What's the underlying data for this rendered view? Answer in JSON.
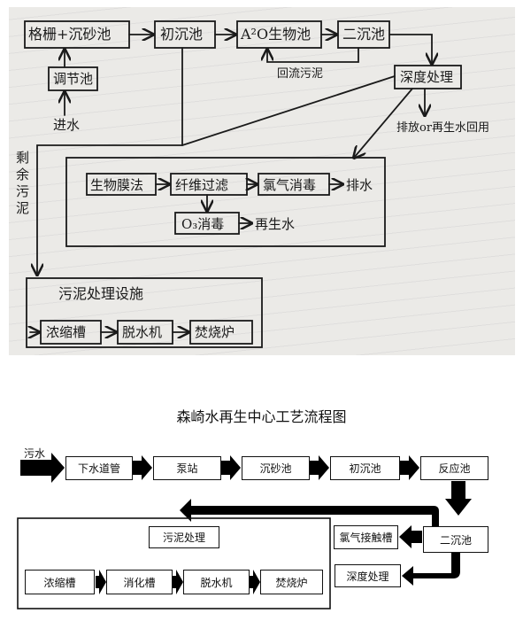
{
  "handdrawn": {
    "nodes": {
      "screen_grit": "格栅+沉砂池",
      "primary": "初沉池",
      "a2o": "A²O生物池",
      "secondary": "二沉池",
      "regulating": "调节池",
      "advanced": "深度处理",
      "biofilm": "生物膜法",
      "fiber": "纤维过滤",
      "chlorine": "氯气消毒",
      "ozone": "O₃消毒",
      "sludge_title": "污泥处理设施",
      "thickener": "浓缩槽",
      "dewater": "脱水机",
      "incinerator": "焚烧炉"
    },
    "labels": {
      "inflow": "进水",
      "return_sludge": "回流污泥",
      "discharge_reuse": "排放or再生水回用",
      "discharge": "排水",
      "reclaimed": "再生水",
      "excess_sludge": "剩余污泥"
    }
  },
  "printed": {
    "title": "森崎水再生中心工艺流程图",
    "labels": {
      "sewage": "污水"
    },
    "nodes": {
      "sewer": "下水道管",
      "pump": "泵站",
      "grit": "沉砂池",
      "primary": "初沉池",
      "reactor": "反应池",
      "secondary": "二沉池",
      "chlorine": "氯气接触槽",
      "advanced": "深度处理",
      "sludge": "污泥处理",
      "thickener": "浓缩槽",
      "digester": "消化槽",
      "dewater": "脱水机",
      "incinerator": "焚烧炉"
    }
  }
}
